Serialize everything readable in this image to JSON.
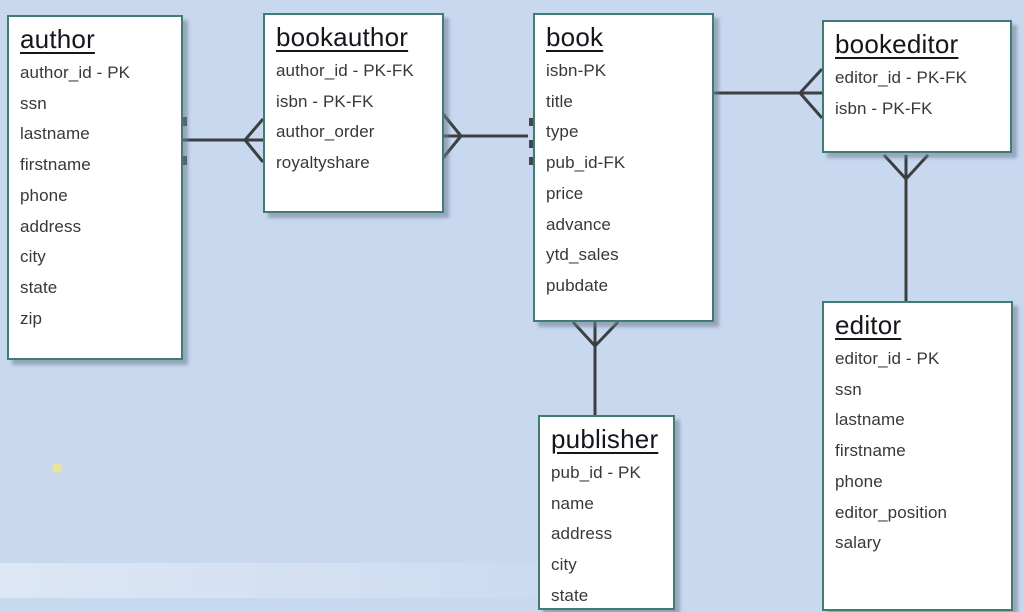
{
  "diagram": {
    "type": "entity-relationship",
    "colors": {
      "background": "#c7d8ef",
      "entity_fill": "#ffffff",
      "entity_border": "#3f7c74",
      "connector_line": "#3c3e41",
      "marker_dot": "#e8e3a0"
    },
    "entities": [
      {
        "id": "author",
        "title": "author",
        "fields": [
          "author_id - PK",
          "ssn",
          "lastname",
          "firstname",
          "phone",
          "address",
          "city",
          "state",
          "zip"
        ]
      },
      {
        "id": "bookauthor",
        "title": "bookauthor",
        "fields": [
          "author_id - PK-FK",
          "isbn - PK-FK",
          "author_order",
          "royaltyshare"
        ]
      },
      {
        "id": "book",
        "title": "book",
        "fields": [
          "isbn-PK",
          "title",
          "type",
          "pub_id-FK",
          "price",
          "advance",
          "ytd_sales",
          "pubdate"
        ]
      },
      {
        "id": "bookeditor",
        "title": "bookeditor",
        "fields": [
          "editor_id - PK-FK",
          "isbn - PK-FK"
        ]
      },
      {
        "id": "editor",
        "title": "editor",
        "fields": [
          "editor_id - PK",
          "ssn",
          "lastname",
          "firstname",
          "phone",
          "editor_position",
          "salary"
        ]
      },
      {
        "id": "publisher",
        "title": "publisher",
        "fields": [
          "pub_id - PK",
          "name",
          "address",
          "city",
          "state"
        ]
      }
    ],
    "relationships": [
      {
        "from": "author",
        "to": "bookauthor",
        "cardinality": "one-to-many",
        "many_end": "bookauthor"
      },
      {
        "from": "book",
        "to": "bookauthor",
        "cardinality": "one-to-many",
        "many_end": "bookauthor"
      },
      {
        "from": "book",
        "to": "bookeditor",
        "cardinality": "one-to-many",
        "many_end": "bookeditor"
      },
      {
        "from": "editor",
        "to": "bookeditor",
        "cardinality": "one-to-many",
        "many_end": "bookeditor"
      },
      {
        "from": "publisher",
        "to": "book",
        "cardinality": "one-to-many",
        "many_end": "book"
      }
    ]
  }
}
